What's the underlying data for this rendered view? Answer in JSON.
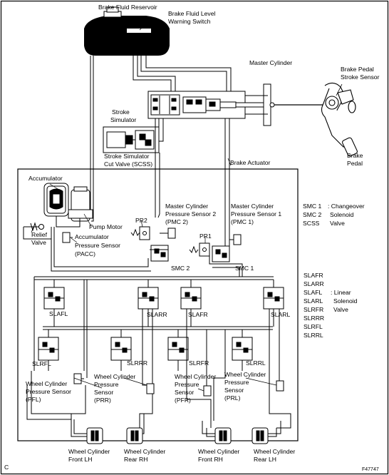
{
  "labels": {
    "reservoir": "Brake Fluid Reservoir",
    "level_switch_1": "Brake Fluid Level",
    "level_switch_2": "Warning Switch",
    "master_cylinder": "Master Cylinder",
    "stroke_sensor_1": "Brake Pedal",
    "stroke_sensor_2": "Stroke Sensor",
    "stroke_sim_1": "Stroke",
    "stroke_sim_2": "Simulator",
    "scss_1": "Stroke Simulator",
    "scss_2": "Cut Valve (SCSS)",
    "brake_actuator": "Brake Actuator",
    "brake_pedal_1": "Brake",
    "brake_pedal_2": "Pedal",
    "accumulator": "Accumulator",
    "pump_motor": "Pump Motor",
    "relief_1": "Relief",
    "relief_2": "Valve",
    "pacc_1": "Accumulator",
    "pacc_2": "Pressure Sensor",
    "pacc_3": "(PACC)",
    "pr2": "PR2",
    "pr1": "PR1",
    "pmc2_1": "Master Cylinder",
    "pmc2_2": "Pressure Sensor 2",
    "pmc2_3": "(PMC 2)",
    "pmc1_1": "Master Cylinder",
    "pmc1_2": "Pressure Sensor 1",
    "pmc1_3": "(PMC 1)",
    "smc2": "SMC 2",
    "smc1": "SMC 1",
    "slafl": "SLAFL",
    "slarr": "SLARR",
    "slafr": "SLAFR",
    "slarl": "SLARL",
    "slrfl": "SLRFL",
    "slrrr": "SLRRR",
    "slrfr": "SLRFR",
    "slrrl": "SLRRL",
    "pfl_1": "Wheel Cylinder",
    "pfl_2": "Pressure Sensor",
    "pfl_3": "(PFL)",
    "prr_1": "Wheel Cylinder",
    "prr_2": "Pressure",
    "prr_3": "Sensor",
    "prr_4": "(PRR)",
    "pfr_1": "Wheel Cylinder",
    "pfr_2": "Pressure",
    "pfr_3": "Sensor",
    "pfr_4": "(PFR)",
    "prl_1": "Wheel Cylinder",
    "prl_2": "Pressure",
    "prl_3": "Sensor",
    "prl_4": "(PRL)",
    "wc_flh_1": "Wheel Cylinder",
    "wc_flh_2": "Front LH",
    "wc_rrh_1": "Wheel Cylinder",
    "wc_rrh_2": "Rear RH",
    "wc_frh_1": "Wheel Cylinder",
    "wc_frh_2": "Front RH",
    "wc_rlh_1": "Wheel Cylinder",
    "wc_rlh_2": "Rear LH",
    "corner_c": "C",
    "figure_id": "F47747"
  },
  "legend_smc": {
    "smc1": "SMC 1",
    "smc1_desc": ": Changeover",
    "smc2": "SMC 2",
    "smc2_desc": "Solenoid",
    "scss": "SCSS",
    "scss_desc": "Valve"
  },
  "legend_linear": {
    "items": [
      "SLAFR",
      "SLARR",
      "SLAFL",
      "SLARL",
      "SLRFR",
      "SLRRR",
      "SLRFL",
      "SLRRL"
    ],
    "desc1": ": Linear",
    "desc2": "Solenoid",
    "desc3": "Valve"
  }
}
